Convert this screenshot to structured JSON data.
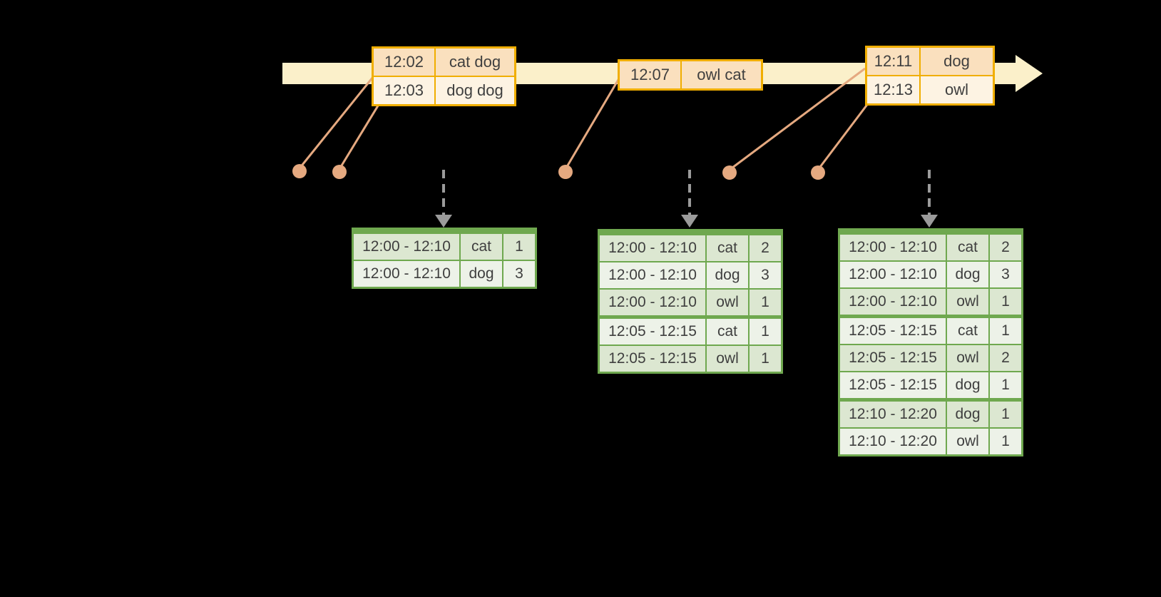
{
  "colors": {
    "background": "#000000",
    "timeline_band": "#fbf0ca",
    "event_box_border": "#f0ae00",
    "event_fill_dark": "#fae0be",
    "event_fill_light": "#fdf3e3",
    "marker_orange": "#e5a980",
    "dashed_arrow_gray": "#9b9b9b",
    "table_border_green": "#6fa84f",
    "table_row_dark": "#dce7d1",
    "table_row_light": "#edf2e8",
    "text": "#3f3f3f"
  },
  "timeline": {
    "event_groups": [
      {
        "rows": [
          {
            "time": "12:02",
            "words": "cat dog"
          },
          {
            "time": "12:03",
            "words": "dog dog"
          }
        ]
      },
      {
        "rows": [
          {
            "time": "12:07",
            "words": "owl cat"
          }
        ]
      },
      {
        "rows": [
          {
            "time": "12:11",
            "words": "dog"
          },
          {
            "time": "12:13",
            "words": "owl"
          }
        ]
      }
    ]
  },
  "result_tables": [
    {
      "rows": [
        {
          "window": "12:00 - 12:10",
          "word": "cat",
          "count": "1"
        },
        {
          "window": "12:00 - 12:10",
          "word": "dog",
          "count": "3"
        }
      ]
    },
    {
      "rows": [
        {
          "window": "12:00 - 12:10",
          "word": "cat",
          "count": "2"
        },
        {
          "window": "12:00 - 12:10",
          "word": "dog",
          "count": "3"
        },
        {
          "window": "12:00 - 12:10",
          "word": "owl",
          "count": "1"
        },
        {
          "window": "12:05 - 12:15",
          "word": "cat",
          "count": "1"
        },
        {
          "window": "12:05 - 12:15",
          "word": "owl",
          "count": "1"
        }
      ]
    },
    {
      "rows": [
        {
          "window": "12:00 - 12:10",
          "word": "cat",
          "count": "2"
        },
        {
          "window": "12:00 - 12:10",
          "word": "dog",
          "count": "3"
        },
        {
          "window": "12:00 - 12:10",
          "word": "owl",
          "count": "1"
        },
        {
          "window": "12:05 - 12:15",
          "word": "cat",
          "count": "1"
        },
        {
          "window": "12:05 - 12:15",
          "word": "owl",
          "count": "2"
        },
        {
          "window": "12:05 - 12:15",
          "word": "dog",
          "count": "1"
        },
        {
          "window": "12:10 - 12:20",
          "word": "dog",
          "count": "1"
        },
        {
          "window": "12:10 - 12:20",
          "word": "owl",
          "count": "1"
        }
      ]
    }
  ]
}
